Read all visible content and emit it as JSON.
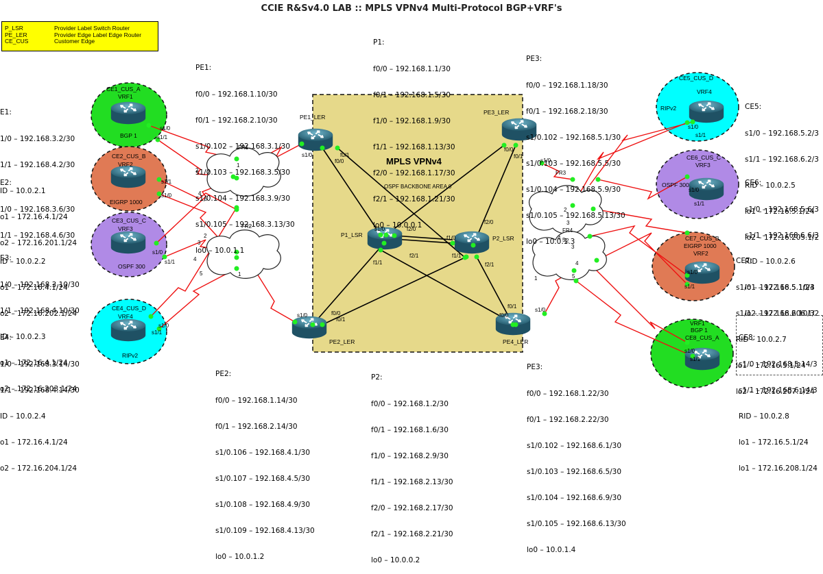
{
  "title": "CCIE R&Sv4.0 LAB :: MPLS VPNv4 Multi-Protocol BGP+VRF's",
  "legend": [
    {
      "abbr": "P_LSR",
      "desc": "Provider Label Switch Router"
    },
    {
      "abbr": "PE_LER",
      "desc": "Provider Edge Label Edge Router"
    },
    {
      "abbr": "CE_CUS",
      "desc": "Customer Edge"
    }
  ],
  "core": {
    "title": "MPLS VPNv4",
    "subtitle": "OSPF BACKBONE AREA 0"
  },
  "routers": {
    "pe1": "PE1_LER",
    "pe2": "PE2_LER",
    "pe3": "PE3_LER",
    "pe4": "PE4_LER",
    "p1": "P1_LSR",
    "p2": "P2_LSR"
  },
  "clouds": {
    "fr1": "FR1",
    "fr2": "FR2",
    "fr3": "FR3",
    "fr4": "FR4"
  },
  "customers": [
    {
      "name": "CE1_CUS_A",
      "vrf": "VRF1",
      "proto": "BGP 1",
      "color": "#22dd22"
    },
    {
      "name": "CE2_CUS_B",
      "vrf": "VRF2",
      "proto": "EIGRP 1000",
      "color": "#e07a55"
    },
    {
      "name": "CE3_CUS_C",
      "vrf": "VRF3",
      "proto": "OSPF 300",
      "color": "#b08ae6"
    },
    {
      "name": "CE4_CUS_D",
      "vrf": "VRF4",
      "proto": "RIPv2",
      "color": "#00ffff"
    },
    {
      "name": "CE5_CUS_D",
      "vrf": "VRF4",
      "proto": "RIPv2",
      "color": "#00ffff"
    },
    {
      "name": "CE6_CUS_C",
      "vrf": "VRF3",
      "proto": "OSPF 300",
      "color": "#b08ae6"
    },
    {
      "name": "CE7_CUS_B",
      "vrf": "VRF2",
      "proto": "EIGRP 1000",
      "color": "#e07a55"
    },
    {
      "name": "CE8_CUS_A",
      "vrf": "VRF1",
      "proto": "BGP 1",
      "color": "#22dd22"
    }
  ],
  "info": {
    "pe1": {
      "head": "PE1:",
      "lines": [
        "f0/0 – 192.168.1.10/30",
        "f0/1 – 192.168.2.10/30",
        "s1/0.102 – 192.168.3.1/30",
        "s1/0.103 – 192.168.3.5/30",
        "s1/0.104 – 192.168.3.9/30",
        "s1/0.105 – 192.168.3.13/30",
        "lo0 – 10.0.1.1"
      ]
    },
    "p1": {
      "head": "P1:",
      "lines": [
        "f0/0 – 192.168.1.1/30",
        "f0/1 – 192.168.1.5/30",
        "f1/0 – 192.168.1.9/30",
        "f1/1 – 192.168.1.13/30",
        "f2/0 – 192.168.1.17/30",
        "f2/1 – 192.168.1.21/30",
        "lo0 – 10.0.0.1"
      ]
    },
    "pe3": {
      "head": "PE3:",
      "lines": [
        "f0/0 – 192.168.1.18/30",
        "f0/1 – 192.168.2.18/30",
        "s1/0.102 – 192.168.5.1/30",
        "s1/0.103 – 192.168.5.5/30",
        "s1/0.104 – 192.168.5.9/30",
        "s1/0.105 – 192.168.5.13/30",
        "lo0 – 10.0.1.3"
      ]
    },
    "pe2": {
      "head": "PE2:",
      "lines": [
        "f0/0 – 192.168.1.14/30",
        "f0/1 – 192.168.2.14/30",
        "s1/0.106 – 192.168.4.1/30",
        "s1/0.107 – 192.168.4.5/30",
        "s1/0.108 – 192.168.4.9/30",
        "s1/0.109 – 192.168.4.13/30",
        "lo0 – 10.0.1.2"
      ]
    },
    "p2": {
      "head": "P2:",
      "lines": [
        "f0/0 – 192.168.1.2/30",
        "f0/1 – 192.168.1.6/30",
        "f1/0 – 192.168.2.9/30",
        "f1/1 – 192.168.2.13/30",
        "f2/0 – 192.168.2.17/30",
        "f2/1 – 192.168.2.21/30",
        "lo0 – 10.0.0.2"
      ]
    },
    "pe4": {
      "head": "PE3:",
      "lines": [
        "f0/0 – 192.168.1.22/30",
        "f0/1 – 192.168.2.22/30",
        "s1/0.102 – 192.168.6.1/30",
        "s1/0.103 – 192.168.6.5/30",
        "s1/0.104 – 192.168.6.9/30",
        "s1/0.105 – 192.168.6.13/30",
        "lo0 – 10.0.1.4"
      ]
    },
    "ce1": {
      "head": "E1:",
      "lines": [
        "1/0 – 192.168.3.2/30",
        "1/1 – 192.168.4.2/30",
        "ID – 10.0.2.1",
        "o1 – 172.16.4.1/24",
        "o2 – 172.16.201.1/24"
      ]
    },
    "ce2": {
      "head": "E2:",
      "lines": [
        "1/0 – 192.168.3.6/30",
        "1/1 – 192.168.4.6/30",
        "ID – 10.0.2.2",
        "o1 – 172.16.4.1/24",
        "o2 – 172.16.202.1/24"
      ]
    },
    "ce3": {
      "head": "E3:",
      "lines": [
        "1/0 – 192.168.3.10/30",
        "1/1 – 192.168.4.10/30",
        "ID – 10.0.2.3",
        "o1 – 172.16.4.1/24",
        "o2 – 172.16.203.1/24"
      ]
    },
    "ce4": {
      "head": "E4:",
      "lines": [
        "1/0 – 192.168.3.14/30",
        "1/1 – 192.168.4.14/30",
        "ID – 10.0.2.4",
        "o1 – 172.16.4.1/24",
        "o2 – 172.16.204.1/24"
      ]
    },
    "ce5": {
      "head": "CE5:",
      "lines": [
        "s1/0 – 192.168.5.2/3",
        "s1/1 – 192.168.6.2/3",
        "RID – 10.0.2.5",
        "lo1 – 172.16.5.1/24",
        "lo2 – 172.16.205.1/2"
      ]
    },
    "ce6": {
      "head": "CE6:",
      "lines": [
        "s1/0 – 192.168.5.6/3",
        "s1/1 – 192.168.6.6/3",
        "RID – 10.0.2.6",
        "lo1 – 172.16.5.1/24",
        "lo2 – 172.16.206.1/2"
      ]
    },
    "ce7": {
      "head": "CE7:",
      "lines": [
        "s1/0 – 192.168.5.10/3",
        "s1/1 – 192.168.6.10/3",
        "RID – 10.0.2.7",
        "lo1 – 172.16.5.1/24",
        "lo2 – 172.16.207.1/24"
      ]
    },
    "ce8": {
      "head": "CE8:",
      "lines": [
        "s1/0 – 192.168.5.14/3",
        "s1/1 – 192.168.6.14/3",
        "RID – 10.0.2.8",
        "lo1 – 172.16.5.1/24",
        "lo1 – 172.16.208.1/24"
      ]
    }
  },
  "ports": {
    "s10": "s1/0",
    "s11": "s1/1",
    "f00": "f0/0",
    "f01": "f0/1",
    "f10": "f1/0",
    "f11": "f1/1",
    "f20": "f2/0",
    "f21": "f2/1"
  },
  "dlci": {
    "n1": "1",
    "n2": "2",
    "n3": "3",
    "n4": "4",
    "n5": "5"
  },
  "colors": {
    "link_serial": "#ee1111",
    "link_core": "#000000",
    "core_bg": "#e6d98a",
    "port_dot": "#22ee22",
    "router_body": "#2e6f86"
  }
}
